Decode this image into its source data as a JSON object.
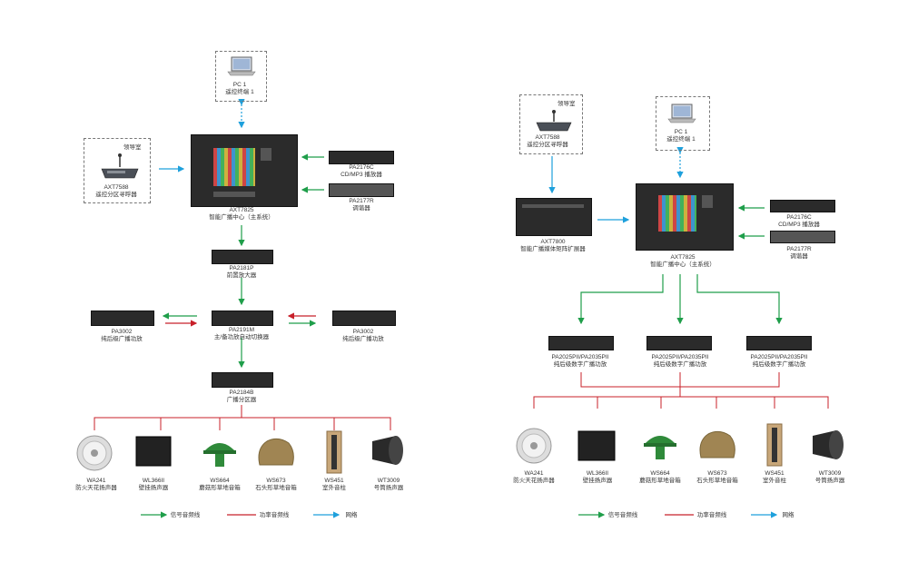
{
  "colors": {
    "signal": "#1f9e4a",
    "power": "#c8202a",
    "network": "#1ea0dc",
    "device": "#2e2e2e"
  },
  "left": {
    "pc": {
      "name": "PC 1",
      "desc": "遥控终端 1"
    },
    "leader_room": "领导室",
    "mic": {
      "name": "AXT7588",
      "desc": "遥控分区寻呼器"
    },
    "center": {
      "name": "AXT7825",
      "desc": "智能广播中心（主系统）"
    },
    "cd": {
      "name": "PA2176C",
      "desc": "CD/MP3 播放器"
    },
    "tuner": {
      "name": "PA2177R",
      "desc": "调谐器"
    },
    "preamp": {
      "name": "PA2181P",
      "desc": "前置放大器"
    },
    "amp_l": {
      "name": "PA3002",
      "desc": "纯后级广播功放"
    },
    "switcher": {
      "name": "PA2191M",
      "desc": "主/备功放自动切换器"
    },
    "amp_r": {
      "name": "PA3002",
      "desc": "纯后级广播功放"
    },
    "zoner": {
      "name": "PA2184B",
      "desc": "广播分区器"
    },
    "speakers": [
      {
        "name": "WA241",
        "desc": "防火天花扬声器"
      },
      {
        "name": "WL366II",
        "desc": "壁挂扬声器"
      },
      {
        "name": "WS664",
        "desc": "蘑菇形草地音箱"
      },
      {
        "name": "WS673",
        "desc": "石头形草地音箱"
      },
      {
        "name": "WS451",
        "desc": "室外音柱"
      },
      {
        "name": "WT3009",
        "desc": "号筒扬声器"
      }
    ],
    "legend": {
      "signal": "信号音频线",
      "power": "功率音频线",
      "network": "网络"
    }
  },
  "right": {
    "pc": {
      "name": "PC 1",
      "desc": "遥控终端 1"
    },
    "leader_room": "领导室",
    "mic": {
      "name": "AXT7588",
      "desc": "遥控分区寻呼器"
    },
    "expander": {
      "name": "AXT7800",
      "desc": "智能广播媒体矩阵扩展器"
    },
    "center": {
      "name": "AXT7825",
      "desc": "智能广播中心（主系统）"
    },
    "cd": {
      "name": "PA2176C",
      "desc": "CD/MP3 播放器"
    },
    "tuner": {
      "name": "PA2177R",
      "desc": "调谐器"
    },
    "amps": [
      {
        "name": "PA2025PII/PA2035PII",
        "desc": "纯后级数字广播功放"
      },
      {
        "name": "PA2025PII/PA2035PII",
        "desc": "纯后级数字广播功放"
      },
      {
        "name": "PA2025PII/PA2035PII",
        "desc": "纯后级数字广播功放"
      }
    ],
    "speakers": [
      {
        "name": "WA241",
        "desc": "防火天花扬声器"
      },
      {
        "name": "WL366II",
        "desc": "壁挂扬声器"
      },
      {
        "name": "WS664",
        "desc": "蘑菇形草地音箱"
      },
      {
        "name": "WS673",
        "desc": "石头形草地音箱"
      },
      {
        "name": "WS451",
        "desc": "室外音柱"
      },
      {
        "name": "WT3009",
        "desc": "号筒扬声器"
      }
    ],
    "legend": {
      "signal": "信号音频线",
      "power": "功率音频线",
      "network": "网络"
    }
  }
}
